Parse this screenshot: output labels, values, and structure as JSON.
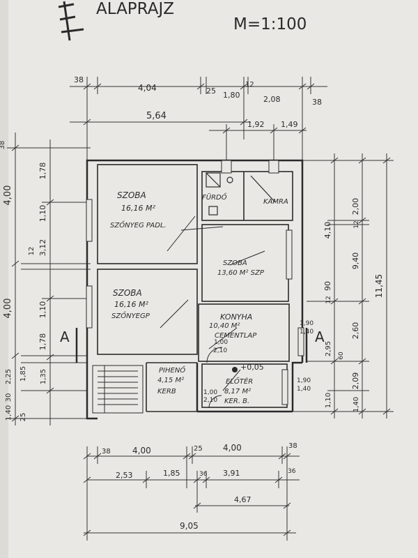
{
  "title": "ALAPRAJZ",
  "scale": "M=1:100",
  "rooms": {
    "bedroom_top": {
      "name": "SZOBA",
      "area": "16,16 M²",
      "floor": "SZŐNYEG PADL."
    },
    "bathroom": {
      "name": "FÜRDŐ"
    },
    "bath_tub": {
      "name": "KAMRA"
    },
    "bedroom_right": {
      "name": "SZOBA",
      "area": "13,60 M² SZP"
    },
    "bedroom_left": {
      "name": "SZOBA",
      "area": "16,16 M²",
      "floor": "SZŐNYEGP"
    },
    "kitchen": {
      "name": "KONYHA",
      "area": "10,40 M²",
      "floor": "CEMENTLAP"
    },
    "landing": {
      "name": "PIHENŐ",
      "area": "4,15 M²",
      "floor": "KERB"
    },
    "hall": {
      "name": "ELŐTÉR",
      "area": "8,17 M²",
      "floor": "KER. B."
    }
  },
  "section_label": "A",
  "level": "+0,05",
  "dims": {
    "top1": [
      "38",
      "4,04",
      "25",
      "1,80",
      "12",
      "2,08",
      "38"
    ],
    "top2": "5,64",
    "top3": [
      "1,92",
      "1,49"
    ],
    "left_outer": [
      "38",
      "4,00",
      "30",
      "2,25",
      "1,40"
    ],
    "left_inner": [
      "1,78",
      "1,10",
      "12",
      "3,12",
      "4,00",
      "1,10",
      "1,78",
      "1,85",
      "1,35",
      "25"
    ],
    "right_inner": [
      "2,00",
      "12",
      "4,10",
      "2,95",
      "60",
      "12",
      "90",
      "1,10"
    ],
    "right_outer": [
      "9,40",
      "2,60",
      "2,09",
      "1,40"
    ],
    "right_total": "11,45",
    "windows": [
      "1,90",
      "1,40",
      "1,90",
      "1,40",
      "1,00",
      "2,10",
      "1,00",
      "2,10"
    ],
    "bottom1": [
      "38",
      "4,00",
      "25",
      "4,00",
      "38"
    ],
    "bottom2": [
      "2,53",
      "1,85",
      "36",
      "3,91",
      "36"
    ],
    "bottom3": "4,67",
    "bottom4": "9,05"
  }
}
